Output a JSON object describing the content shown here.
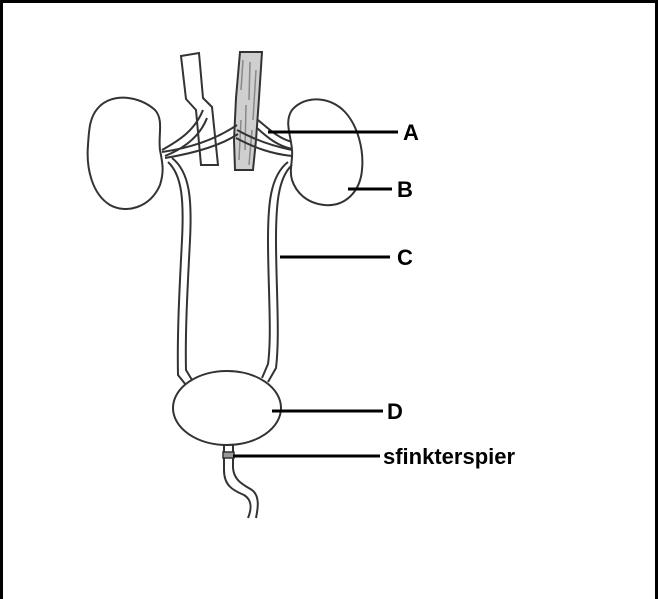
{
  "labels": {
    "a": "A",
    "b": "B",
    "c": "C",
    "d": "D",
    "sphincter": "sfinkterspier"
  }
}
